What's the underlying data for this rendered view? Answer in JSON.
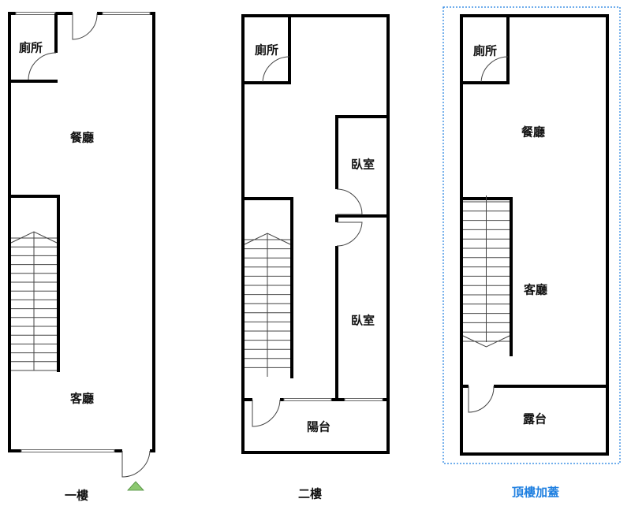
{
  "floors": [
    {
      "caption": "一樓",
      "rooms": {
        "toilet": "廁所",
        "dining": "餐廳",
        "living": "客廳"
      }
    },
    {
      "caption": "二樓",
      "rooms": {
        "toilet": "廁所",
        "bedroom1": "臥室",
        "bedroom2": "臥室",
        "balcony": "陽台"
      }
    },
    {
      "caption": "頂樓加蓋",
      "rooms": {
        "toilet": "廁所",
        "dining": "餐廳",
        "living": "客廳",
        "terrace": "露台"
      }
    }
  ],
  "colors": {
    "highlight": "#1e7fe0",
    "entrance": "#8cc870"
  }
}
